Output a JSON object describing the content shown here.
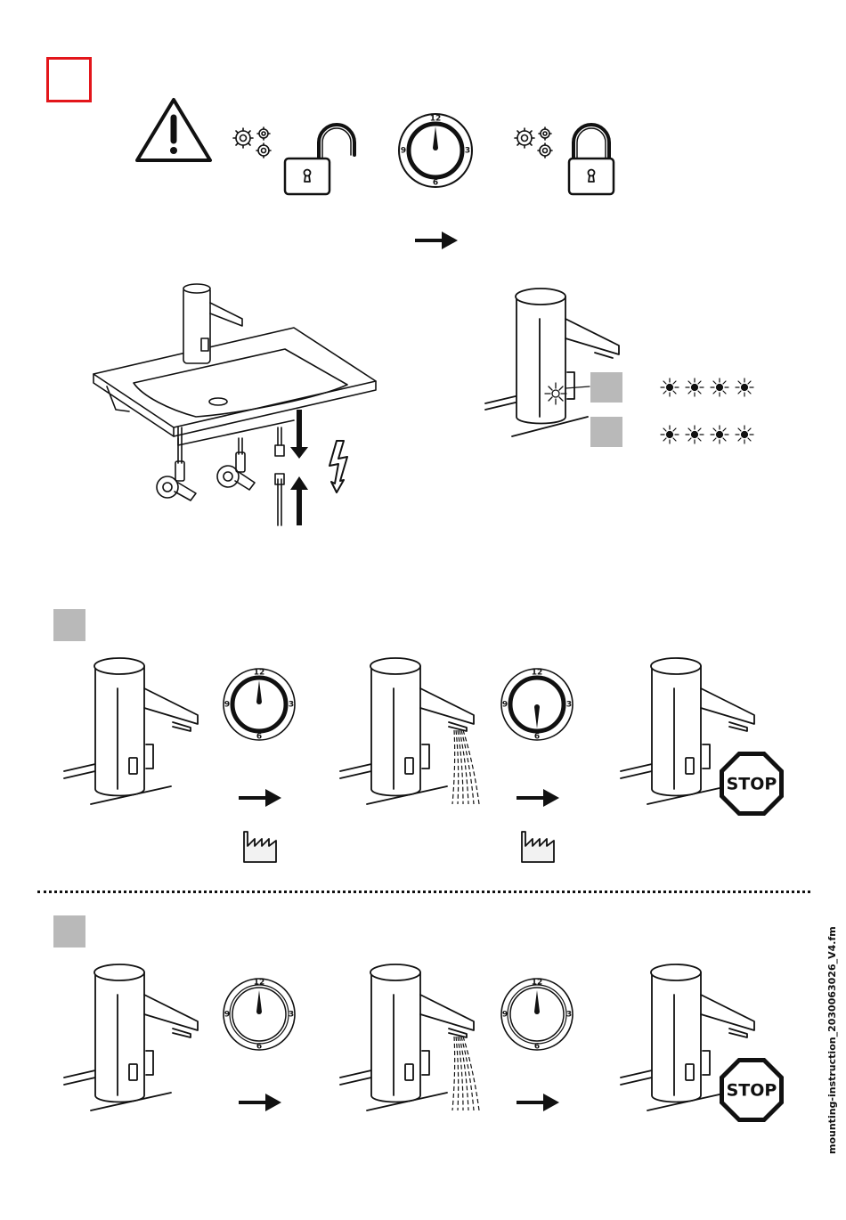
{
  "clock": {
    "n12": "12",
    "n3": "3",
    "n6": "6",
    "n9": "9"
  },
  "stop_label": "STOP",
  "side_text": "mounting-instruction_2030063026_V4.fm",
  "colors": {
    "marker_red": "#e3161b",
    "step_gray": "#b9b9b9",
    "ink": "#111111"
  },
  "icons": [
    "warning-icon",
    "gears-icon",
    "padlock-open-icon",
    "timer-dial-icon",
    "padlock-closed-icon",
    "arrow-right-icon",
    "faucet-icon",
    "washbasin-icon",
    "lightning-icon",
    "led-blink-icon",
    "factory-icon",
    "stop-sign-icon"
  ]
}
